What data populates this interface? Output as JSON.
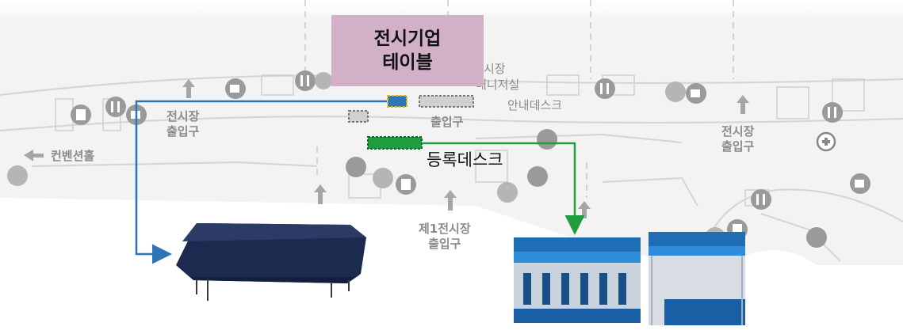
{
  "callout": {
    "line1": "전시기업",
    "line2": "테이블"
  },
  "registration_label": "등록데스크",
  "map_labels": {
    "hall_entrance_left_1": "전시장",
    "hall_entrance_left_2": "출입구",
    "convention_hall": "컨벤션홀",
    "entrance_center": "출입구",
    "info_desk": "안내데스크",
    "hall_top_center": "시장",
    "manager_office": "매니저실",
    "hall_entrance_right_1": "전시장",
    "hall_entrance_right_2": "출입구",
    "hall1_entrance_1": "제1전시장",
    "hall1_entrance_2": "출입구"
  },
  "colors": {
    "table_route": "#2e75b6",
    "desk_route": "#1e9e3e",
    "callout_bg": "#d1b0c8",
    "table_marker": "#2e75b6",
    "desk_marker": "#1e9e3e"
  },
  "icons": [
    "elevator-icon",
    "restroom-icon",
    "cafe-icon",
    "escalator-icon",
    "first-aid-icon",
    "arrow-up-icon"
  ]
}
